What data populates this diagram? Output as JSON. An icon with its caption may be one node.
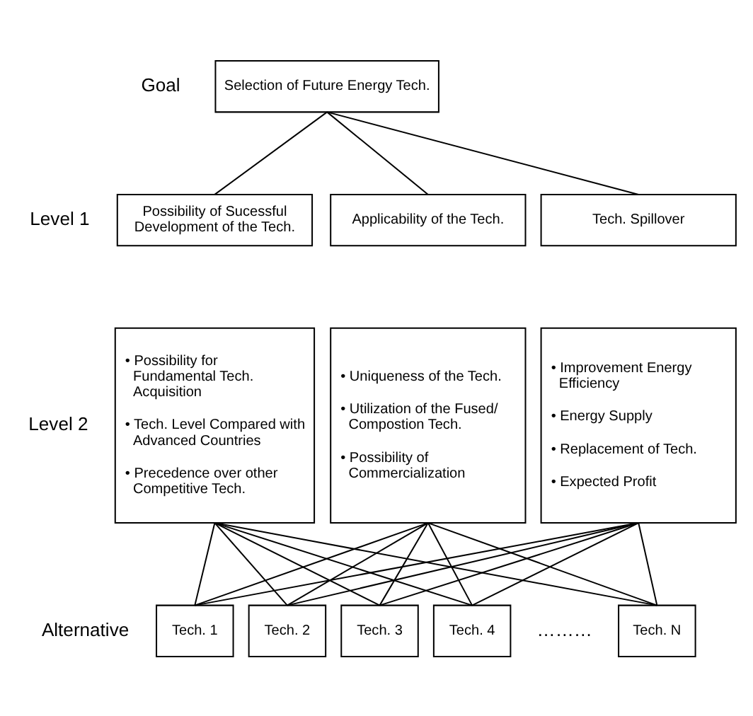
{
  "diagram": {
    "nodes": [
      {
        "text": [
          "Selection of Future Energy Tech."
        ]
      },
      {
        "text": [
          "Possibility of Sucessful Development of the Tech."
        ]
      },
      {
        "text": [
          "Applicability of the Tech."
        ]
      },
      {
        "text": [
          "Tech. Spillover"
        ]
      },
      {
        "text": [
          "• Possibility for Fundamental Tech. Acquisition",
          "• Tech. Level Compared with Advanced Countries",
          "• Precedence over other Competitive Tech."
        ]
      },
      {
        "text": [
          "• Uniqueness of the Tech.",
          "• Utilization of the Fused/ Compostion Tech.",
          "• Possibility of Commercialization"
        ]
      },
      {
        "text": [
          "• Improvement Energy Efficiency",
          "• Energy Supply",
          "• Replacement of Tech.",
          "• Expected Profit"
        ]
      },
      {
        "text": [
          "Tech. 1"
        ]
      },
      {
        "text": [
          "Tech. 2"
        ]
      },
      {
        "text": [
          "Tech. 3"
        ]
      },
      {
        "text": [
          "Tech. 4"
        ]
      },
      {
        "text": [
          "Tech. N"
        ]
      }
    ],
    "edges": [
      {
        "from": 0,
        "to": 1,
        "arrow": "none"
      },
      {
        "from": 0,
        "to": 2,
        "arrow": "none"
      },
      {
        "from": 0,
        "to": 3,
        "arrow": "none"
      },
      {
        "from": 4,
        "to": 7,
        "arrow": "none"
      },
      {
        "from": 4,
        "to": 8,
        "arrow": "none"
      },
      {
        "from": 4,
        "to": 9,
        "arrow": "none"
      },
      {
        "from": 4,
        "to": 10,
        "arrow": "none"
      },
      {
        "from": 4,
        "to": 11,
        "arrow": "none"
      },
      {
        "from": 5,
        "to": 7,
        "arrow": "none"
      },
      {
        "from": 5,
        "to": 8,
        "arrow": "none"
      },
      {
        "from": 5,
        "to": 9,
        "arrow": "none"
      },
      {
        "from": 5,
        "to": 10,
        "arrow": "none"
      },
      {
        "from": 5,
        "to": 11,
        "arrow": "none"
      },
      {
        "from": 6,
        "to": 7,
        "arrow": "none"
      },
      {
        "from": 6,
        "to": 8,
        "arrow": "none"
      },
      {
        "from": 6,
        "to": 9,
        "arrow": "none"
      },
      {
        "from": 6,
        "to": 10,
        "arrow": "none"
      },
      {
        "from": 6,
        "to": 11,
        "arrow": "none"
      }
    ],
    "labels": [
      "Goal",
      "Level 1",
      "Level 2",
      "Alternative",
      "………"
    ]
  }
}
